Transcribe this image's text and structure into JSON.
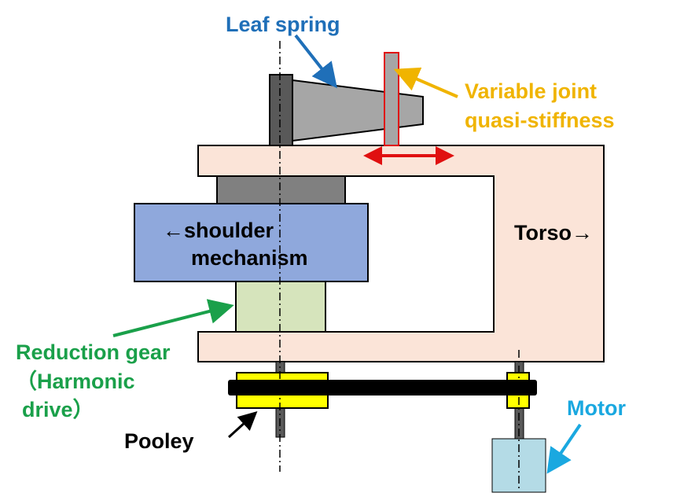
{
  "labels": {
    "leaf_spring": "Leaf spring",
    "variable_line1": "Variable joint",
    "variable_line2": "quasi-stiffness",
    "shoulder_line1": "←shoulder",
    "shoulder_line2": "mechanism",
    "torso": "Torso→",
    "reduction_line1": "Reduction gear",
    "reduction_line2": "（Harmonic",
    "reduction_line3": "drive）",
    "pooley": "Pooley",
    "motor": "Motor"
  },
  "colors": {
    "leaf_spring_label": "#1f6fb8",
    "variable_label": "#f0b400",
    "reduction_label": "#1aa04a",
    "motor_label": "#1aa8e0",
    "torso_fill": "#fbe4d8",
    "shoulder_fill": "#8fa8dc",
    "gear_fill": "#d6e4bc",
    "slider_red": "#e01010",
    "pulley_yellow": "#ffff00",
    "motor_fill": "#b4dbe6"
  }
}
